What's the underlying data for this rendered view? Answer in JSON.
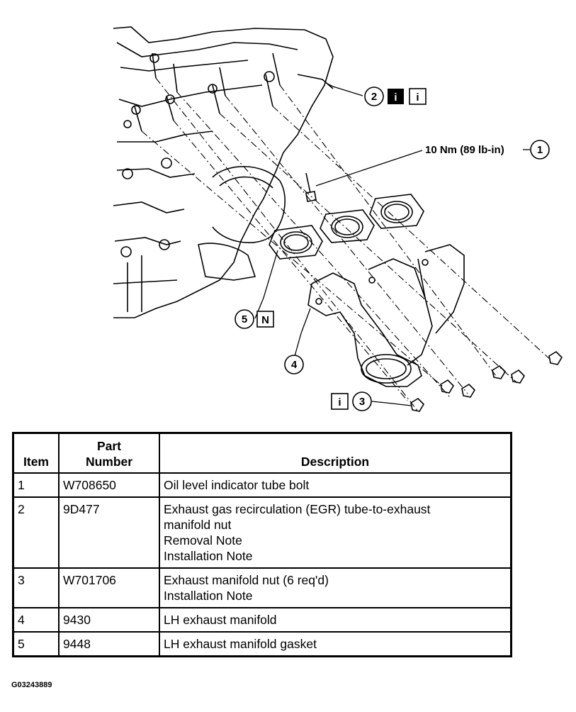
{
  "callouts": {
    "c1": "1",
    "c2": "2",
    "c3": "3",
    "c4": "4",
    "c5": "5",
    "torque": "10 Nm (89 lb-in)",
    "info_badge": "i",
    "new_badge": "N"
  },
  "table": {
    "headers": {
      "item": "Item",
      "part_line1": "Part",
      "part_line2": "Number",
      "description": "Description"
    },
    "rows": [
      {
        "item": "1",
        "part": "W708650",
        "desc": [
          "Oil level indicator tube bolt"
        ]
      },
      {
        "item": "2",
        "part": "9D477",
        "desc": [
          "Exhaust gas recirculation (EGR) tube-to-exhaust",
          "manifold nut",
          "Removal Note",
          "Installation Note"
        ]
      },
      {
        "item": "3",
        "part": "W701706",
        "desc": [
          "Exhaust manifold nut (6 req'd)",
          "Installation Note"
        ]
      },
      {
        "item": "4",
        "part": "9430",
        "desc": [
          "LH exhaust manifold"
        ]
      },
      {
        "item": "5",
        "part": "9448",
        "desc": [
          "LH exhaust manifold gasket"
        ]
      }
    ]
  },
  "figure_code": "G03243889"
}
